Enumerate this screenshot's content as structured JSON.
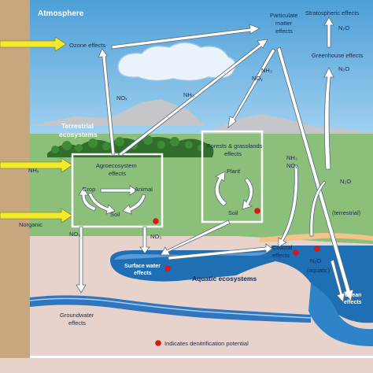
{
  "regions": {
    "atmosphere": "Atmosphere",
    "terrestrial_line1": "Terrestrial",
    "terrestrial_line2": "ecosystems",
    "aquatic": "Aquatic ecosystems"
  },
  "boxes": {
    "agro_title_1": "Agroecosystem",
    "agro_title_2": "effects",
    "agro_crop": "Crop",
    "agro_animal": "Animal",
    "agro_soil": "Soil",
    "forest_title_1": "Forests & grasslands",
    "forest_title_2": "effects",
    "forest_plant": "Plant",
    "forest_soil": "Soil"
  },
  "labels": {
    "ozone_effects": "Ozone effects",
    "particulate_1": "Particulate",
    "particulate_2": "matter",
    "particulate_3": "effects",
    "stratospheric": "Stratospheric effects",
    "greenhouse": "Greenhouse effects",
    "n2o_top": "N₂O",
    "n2o_mid": "N₂O",
    "nox_left": "NOₓ",
    "nh3_left": "NH₃",
    "nh3_mid": "NH₃",
    "noy_mid": "NOᵧ",
    "nh3_right": "NH₃",
    "noy_right": "NOᵧ",
    "nhx_left": "NHₓ",
    "norganic": "Norganic",
    "no3_left": "NO₃",
    "no3_mid": "NO₃",
    "n2o_terr_1": "N₂O",
    "n2o_terr_2": "(terrestrial)",
    "n2o_aq_1": "N₂O",
    "n2o_aq_2": "(aquatic)",
    "surface_water_1": "Surface water",
    "surface_water_2": "effects",
    "coastal_1": "Coastal",
    "coastal_2": "effects",
    "groundwater_1": "Groundwater",
    "groundwater_2": "effects",
    "ocean_1": "Ocean",
    "ocean_2": "effects",
    "legend_text": "Indicates denitrification potential"
  },
  "colors": {
    "sky": "#5ea8dc",
    "land": "#8cc07a",
    "wall": "#c8a77e",
    "underground": "#e7d3cb",
    "water": "#1f6fb5",
    "dot": "#d11a1a",
    "arrow_yellow": "#f3ea2c"
  }
}
